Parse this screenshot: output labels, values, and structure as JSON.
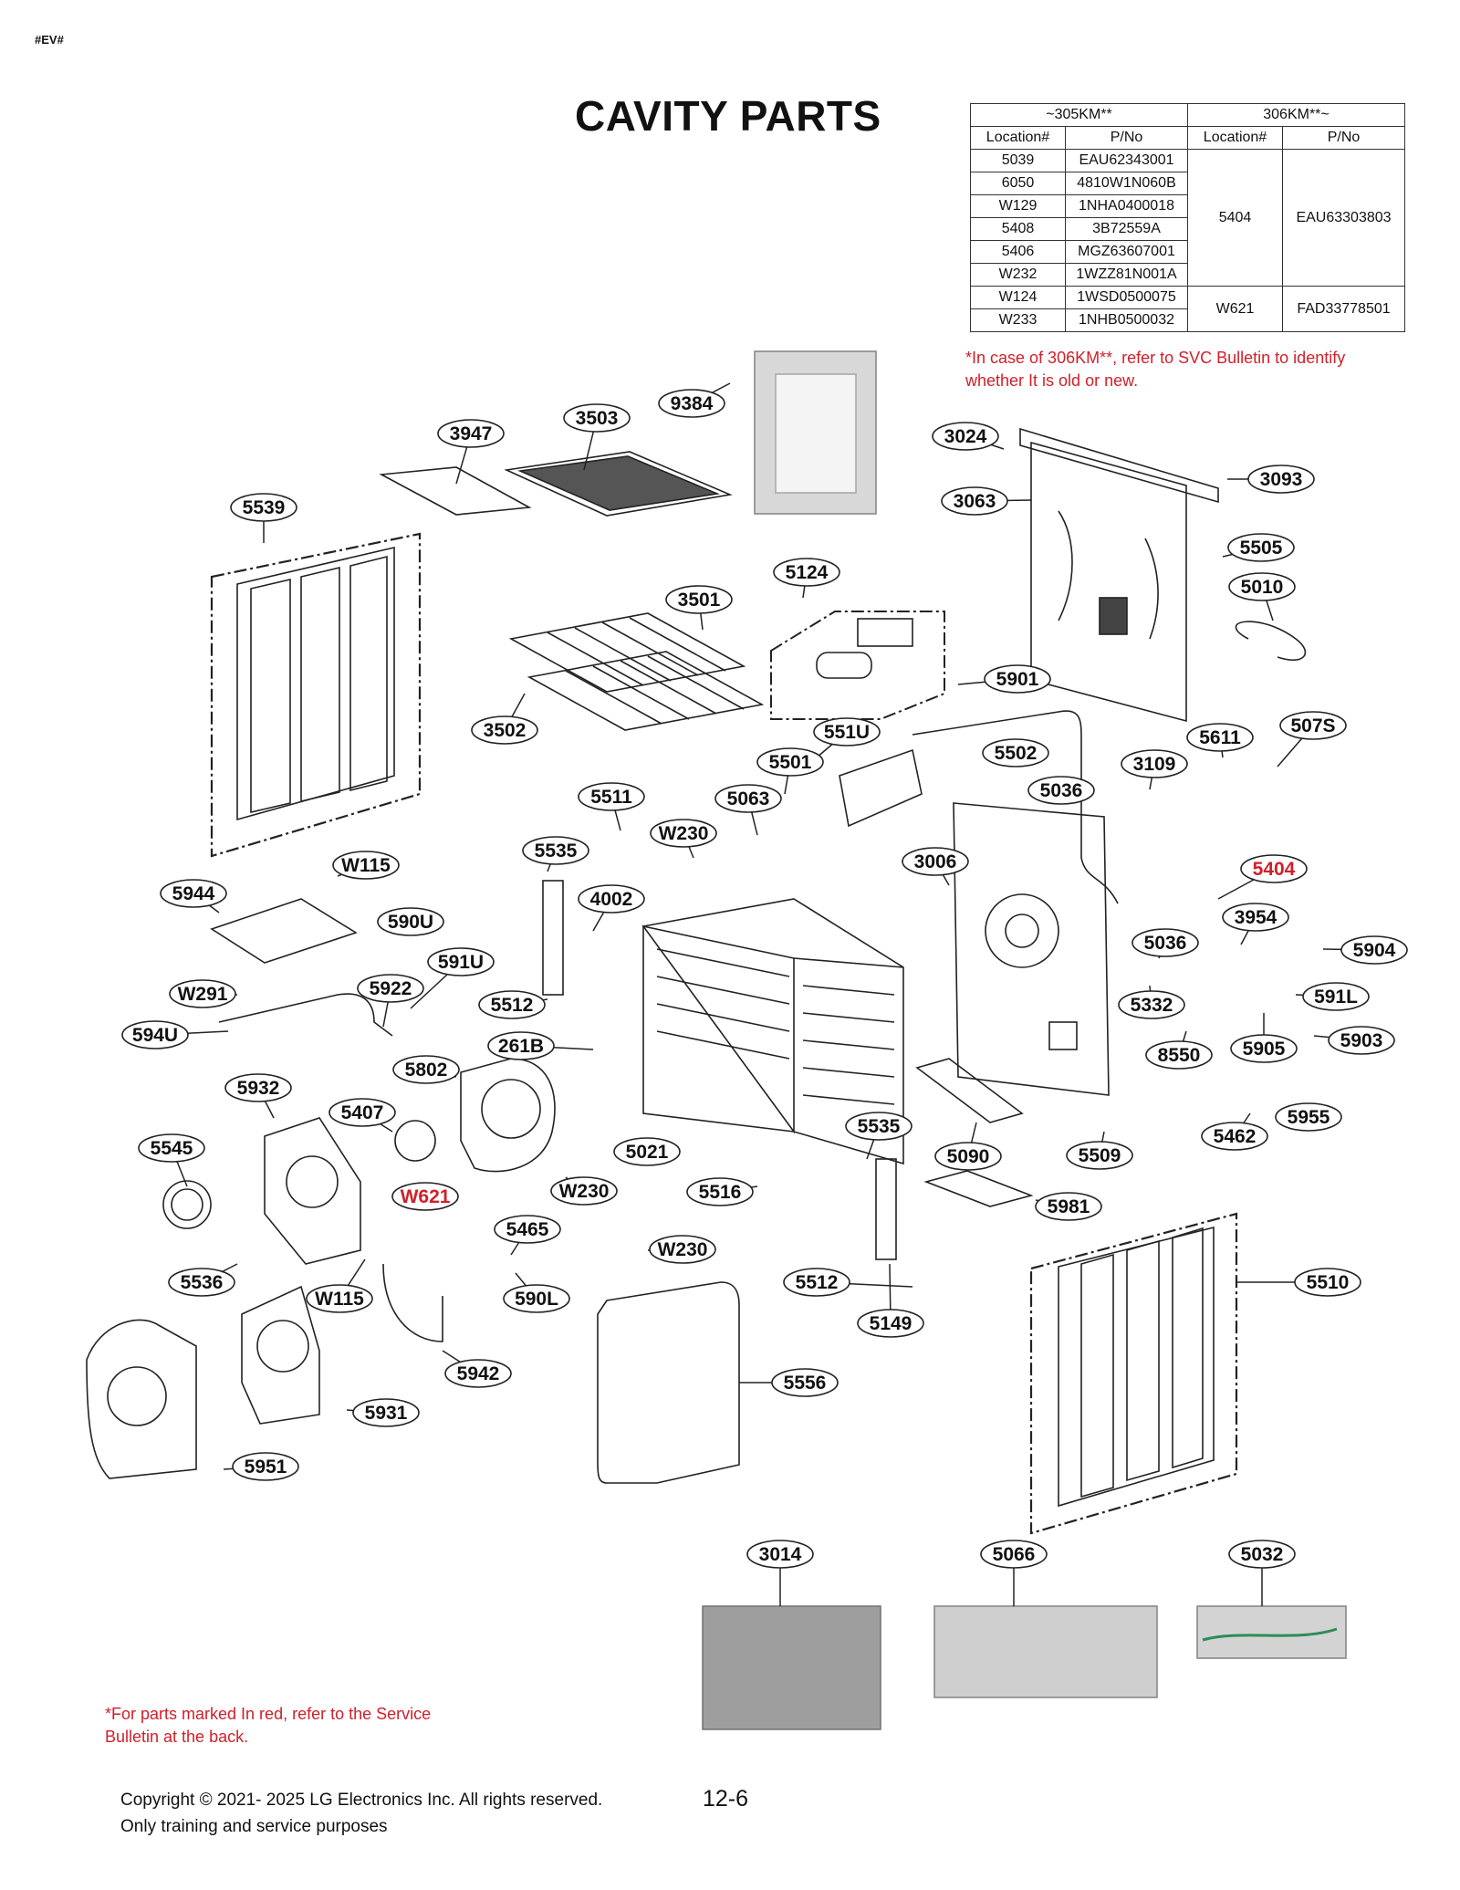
{
  "header_tag": "#EV#",
  "title": "CAVITY PARTS",
  "parts_table": {
    "group_left": "~305KM**",
    "group_right": "306KM**~",
    "col_location": "Location#",
    "col_pno": "P/No",
    "left_rows": [
      {
        "loc": "5039",
        "pno": "EAU62343001"
      },
      {
        "loc": "6050",
        "pno": "4810W1N060B"
      },
      {
        "loc": "W129",
        "pno": "1NHA0400018"
      },
      {
        "loc": "5408",
        "pno": "3B72559A"
      },
      {
        "loc": "5406",
        "pno": "MGZ63607001"
      },
      {
        "loc": "W232",
        "pno": "1WZZ81N001A"
      },
      {
        "loc": "W124",
        "pno": "1WSD0500075"
      },
      {
        "loc": "W233",
        "pno": "1NHB0500032"
      }
    ],
    "right_rows": [
      {
        "loc": "5404",
        "pno": "EAU63303803"
      },
      {
        "loc": "W621",
        "pno": "FAD33778501"
      }
    ]
  },
  "note_top": "*In case of 306KM**, refer to SVC Bulletin to identify whether It is old or new.",
  "note_bottom": "*For parts marked In red, refer to the Service Bulletin at the back.",
  "copyright_line1": "Copyright © 2021- 2025 LG Electronics Inc. All rights reserved.",
  "copyright_line2": "Only training and service purposes",
  "page_number": "12-6",
  "colors": {
    "red": "#d0202a",
    "line": "#222222"
  },
  "labels": [
    {
      "id": "3947",
      "red": false
    },
    {
      "id": "3503",
      "red": false
    },
    {
      "id": "9384",
      "red": false
    },
    {
      "id": "3024",
      "red": false
    },
    {
      "id": "3093",
      "red": false
    },
    {
      "id": "5539",
      "red": false
    },
    {
      "id": "3063",
      "red": false
    },
    {
      "id": "5505",
      "red": false
    },
    {
      "id": "5010",
      "red": false
    },
    {
      "id": "5124",
      "red": false
    },
    {
      "id": "3501",
      "red": false
    },
    {
      "id": "5901",
      "red": false
    },
    {
      "id": "507S",
      "red": false
    },
    {
      "id": "3502",
      "red": false
    },
    {
      "id": "551U",
      "red": false
    },
    {
      "id": "5611",
      "red": false
    },
    {
      "id": "5502",
      "red": false
    },
    {
      "id": "3109",
      "red": false
    },
    {
      "id": "5501",
      "red": false
    },
    {
      "id": "5036",
      "red": false
    },
    {
      "id": "5511",
      "red": false
    },
    {
      "id": "5063",
      "red": false
    },
    {
      "id": "W230",
      "red": false
    },
    {
      "id": "5535",
      "red": false
    },
    {
      "id": "3006",
      "red": false
    },
    {
      "id": "5404",
      "red": true
    },
    {
      "id": "W115",
      "red": false
    },
    {
      "id": "5944",
      "red": false
    },
    {
      "id": "4002",
      "red": false
    },
    {
      "id": "590U",
      "red": false
    },
    {
      "id": "3954",
      "red": false
    },
    {
      "id": "5036",
      "red": false
    },
    {
      "id": "5904",
      "red": false
    },
    {
      "id": "591U",
      "red": false
    },
    {
      "id": "W291",
      "red": false
    },
    {
      "id": "5922",
      "red": false
    },
    {
      "id": "5512",
      "red": false
    },
    {
      "id": "591L",
      "red": false
    },
    {
      "id": "5332",
      "red": false
    },
    {
      "id": "594U",
      "red": false
    },
    {
      "id": "261B",
      "red": false
    },
    {
      "id": "5903",
      "red": false
    },
    {
      "id": "8550",
      "red": false
    },
    {
      "id": "5905",
      "red": false
    },
    {
      "id": "5802",
      "red": false
    },
    {
      "id": "5932",
      "red": false
    },
    {
      "id": "5407",
      "red": false
    },
    {
      "id": "5535",
      "red": false
    },
    {
      "id": "5955",
      "red": false
    },
    {
      "id": "5462",
      "red": false
    },
    {
      "id": "5545",
      "red": false
    },
    {
      "id": "5021",
      "red": false
    },
    {
      "id": "5090",
      "red": false
    },
    {
      "id": "5509",
      "red": false
    },
    {
      "id": "W621",
      "red": true
    },
    {
      "id": "W230",
      "red": false
    },
    {
      "id": "5516",
      "red": false
    },
    {
      "id": "5981",
      "red": false
    },
    {
      "id": "5465",
      "red": false
    },
    {
      "id": "W230",
      "red": false
    },
    {
      "id": "5536",
      "red": false
    },
    {
      "id": "5512",
      "red": false
    },
    {
      "id": "5510",
      "red": false
    },
    {
      "id": "W115",
      "red": false
    },
    {
      "id": "590L",
      "red": false
    },
    {
      "id": "5149",
      "red": false
    },
    {
      "id": "5942",
      "red": false
    },
    {
      "id": "5556",
      "red": false
    },
    {
      "id": "5931",
      "red": false
    },
    {
      "id": "5951",
      "red": false
    },
    {
      "id": "3014",
      "red": false
    },
    {
      "id": "5066",
      "red": false
    },
    {
      "id": "5032",
      "red": false
    }
  ]
}
